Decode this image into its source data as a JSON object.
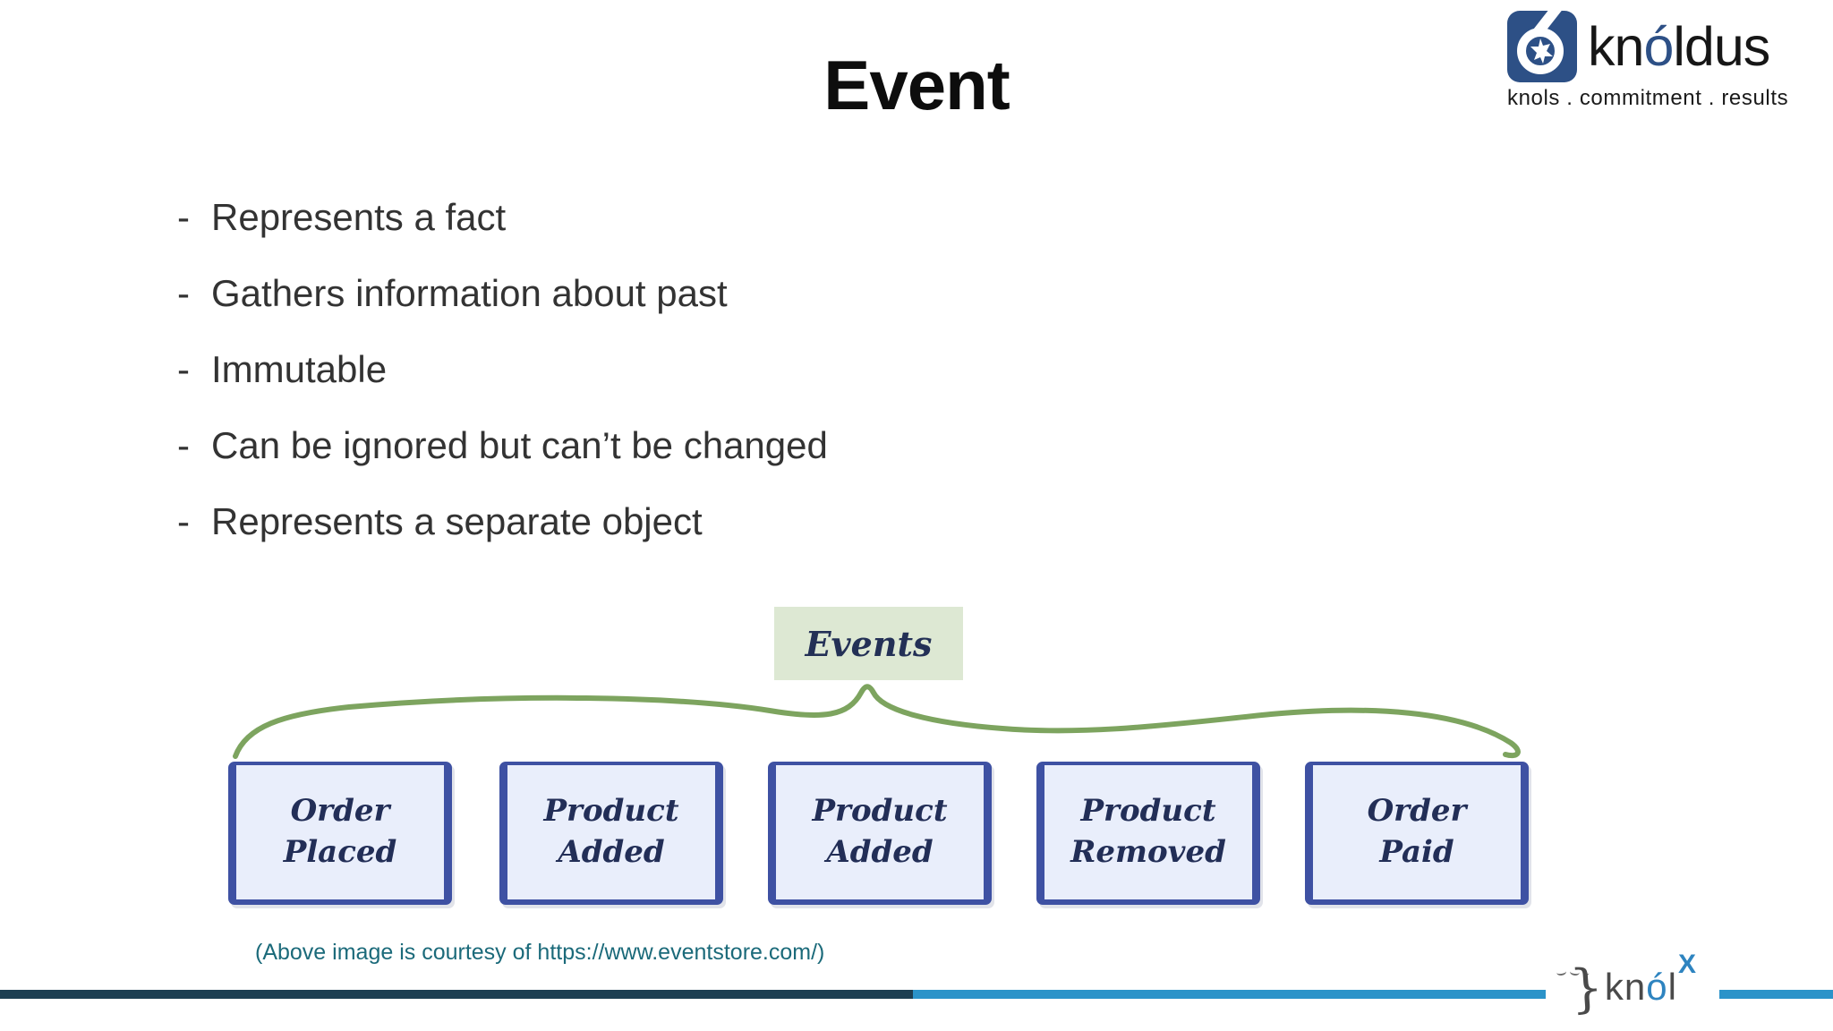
{
  "title": "Event",
  "header_logo": {
    "brand_prefix": "kn",
    "brand_accent": "ó",
    "brand_suffix": "ldus",
    "tagline": "knols . commitment . results"
  },
  "bullet_marker": "-",
  "bullets": [
    {
      "text": "Represents a fact"
    },
    {
      "text": "Gathers information about past"
    },
    {
      "text": "Immutable"
    },
    {
      "text": "Can be ignored but can’t be changed"
    },
    {
      "text": "Represents a separate object"
    }
  ],
  "diagram": {
    "root_label": "Events",
    "events": [
      {
        "line1": "Order",
        "line2": "Placed"
      },
      {
        "line1": "Product",
        "line2": "Added"
      },
      {
        "line1": "Product",
        "line2": "Added"
      },
      {
        "line1": "Product",
        "line2": "Removed"
      },
      {
        "line1": "Order",
        "line2": "Paid"
      }
    ]
  },
  "caption": "(Above image is courtesy of https://www.eventstore.com/)",
  "footer_logo": {
    "brace": "}",
    "brand_prefix": "kn",
    "brand_accent": "ó",
    "brand_suffix": "l",
    "superscript": "X"
  },
  "colors": {
    "logo_blue": "#2d5086",
    "box_border": "#3e51a3",
    "box_fill": "#e9eefb",
    "box_text": "#222e57",
    "events_fill": "#dde8d3",
    "events_text": "#233056",
    "brace_green": "#7da45f",
    "caption_teal": "#1b6a7a",
    "bar_dark": "#1d3f52",
    "bar_light": "#2b93c9",
    "footer_gray": "#4a4a4a",
    "footer_blue": "#2e84c0"
  }
}
